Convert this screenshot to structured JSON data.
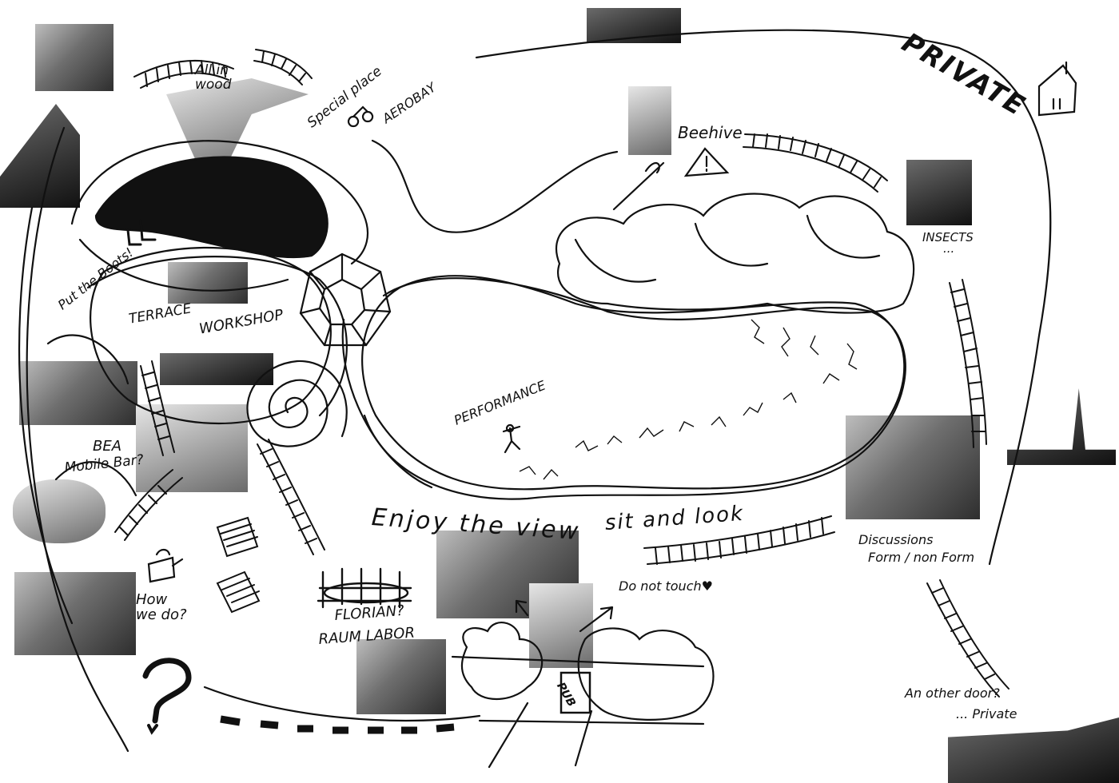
{
  "labels": {
    "private_title": "PRIVATE",
    "all_in_wood": "All in wood",
    "special_place": "Special place",
    "aerobay": "AEROBAY",
    "beehive": "Beehive",
    "insects": "INSECTS",
    "ellipsis": "...",
    "put_boots": "Put the Boots!",
    "terrace": "TERRACE",
    "workshop": "WORKSHOP",
    "bea": "BEA",
    "mobile_bar": "Mobile Bar?",
    "performance": "PERFORMANCE",
    "enjoy_view": "Enjoy the view",
    "sit_and_look": "sit and look",
    "do_not_touch": "Do not touch♥",
    "discussions": "Discussions",
    "form_non_form": "Form / non Form",
    "how_we_do": "How we do?",
    "florian": "FLORIAN?",
    "raum_labor": "RAUM LABOR",
    "pub": "PUB",
    "another_door": "An other door?",
    "private_small": "... Private",
    "question_mark": "?"
  }
}
